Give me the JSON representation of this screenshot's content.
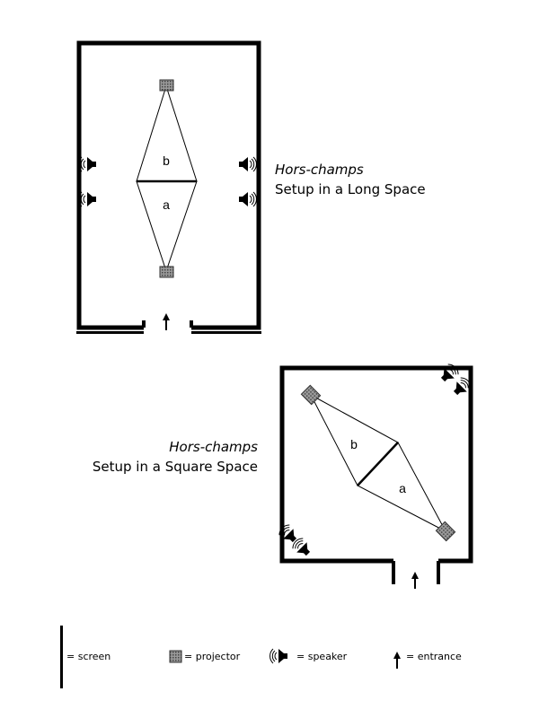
{
  "colors": {
    "ink": "#000000",
    "paper": "#ffffff",
    "projector": "#7a7a7a"
  },
  "long_space": {
    "title": "Hors-champs",
    "subtitle": "Setup in a Long Space",
    "screen_a_label": "a",
    "screen_b_label": "b"
  },
  "square_space": {
    "title": "Hors-champs",
    "subtitle": "Setup in a Square Space",
    "screen_a_label": "a",
    "screen_b_label": "b"
  },
  "legend": {
    "screen": "= screen",
    "projector": "= projector",
    "speaker": "= speaker",
    "entrance": "= entrance",
    "icons": [
      "screen-icon",
      "projector-icon",
      "speaker-icon",
      "entrance-arrow-icon"
    ]
  }
}
